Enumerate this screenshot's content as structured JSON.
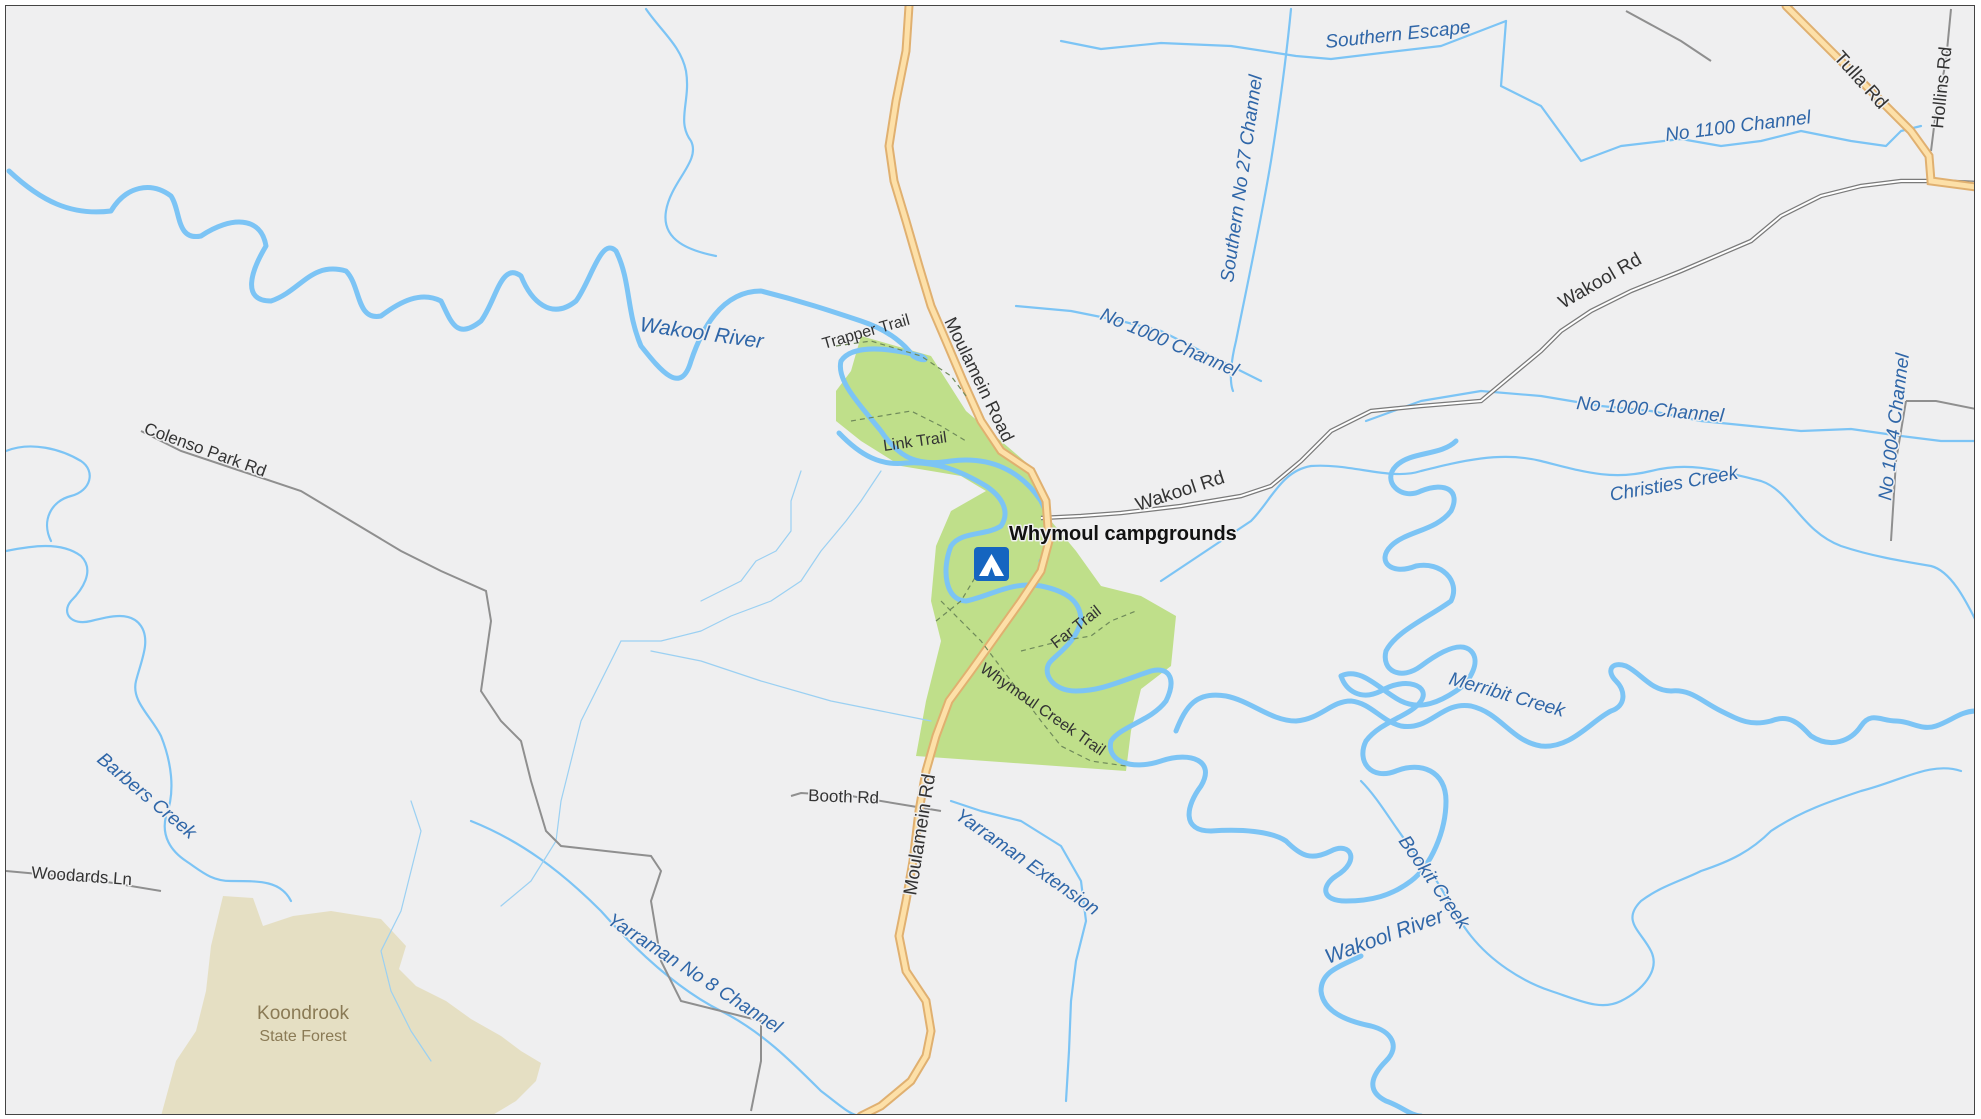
{
  "place": {
    "name": "Whymoul campgrounds",
    "icon": "campground-tent-icon",
    "icon_color": "#1565c0"
  },
  "forest": {
    "name": "Koondrook",
    "subtitle": "State Forest",
    "fill": "#e5dfc3",
    "text_color": "#8a7a55"
  },
  "park": {
    "fill": "#bfdf8a"
  },
  "water_labels": {
    "wakool_river": "Wakool River",
    "wakool_river_2": "Wakool River",
    "southern_escape": "Southern Escape",
    "no1100": "No 1100 Channel",
    "southern_no27": "Southern No 27 Channel",
    "no1000_a": "No 1000 Channel",
    "no1000_b": "No 1000 Channel",
    "no1004": "No 1004 Channel",
    "christies": "Christies Creek",
    "merribit": "Merribit Creek",
    "bookit": "Bookit Creek",
    "barbers": "Barbers Creek",
    "yarraman_ext": "Yarraman Extension",
    "yarraman_no8": "Yarraman No 8 Channel"
  },
  "road_labels": {
    "tulla": "Tulla Rd",
    "hollins": "Hollins Rd",
    "wakool_rd_a": "Wakool Rd",
    "wakool_rd_b": "Wakool Rd",
    "moulamein_road": "Moulamein Road",
    "moulamein_rd": "Moulamein Rd",
    "colenso": "Colenso Park Rd",
    "booth": "Booth Rd",
    "woodards": "Woodards Ln"
  },
  "trail_labels": {
    "trapper": "Trapper Trail",
    "link": "Link Trail",
    "far": "Far Trail",
    "whymoul_creek": "Whymoul Creek Trail"
  },
  "colors": {
    "water": "#7cc4f5",
    "background": "#efeff0",
    "main_road": "#fde0a8"
  }
}
